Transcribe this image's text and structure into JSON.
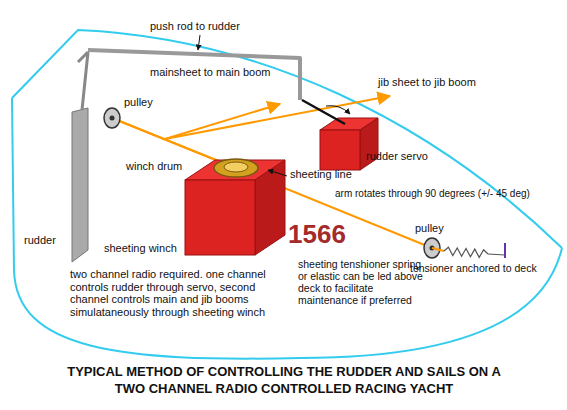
{
  "diagram": {
    "title": "TYPICAL METHOD OF CONTROLLING THE RUDDER AND SAILS ON A TWO CHANNEL RADIO CONTROLLED RACING YACHT",
    "labels": [
      "push rod to rudder",
      "mainsheet to main boom",
      "jib sheet to jib boom",
      "pulley",
      "rudder servo",
      "arm rotates through 90 degrees (+/- 45 deg)",
      "rudder",
      "winch drum",
      "sheeting line",
      "sheeting winch",
      "1566",
      "pulley",
      "sheeting tenshioner spring or elastic can be led above deck to facilitate maintenance if preferred",
      "tensioner anchored to deck",
      "two channel radio required. one channel controls rudder through servo, second channel controls main and jib booms simulataneously through sheeting winch"
    ]
  }
}
